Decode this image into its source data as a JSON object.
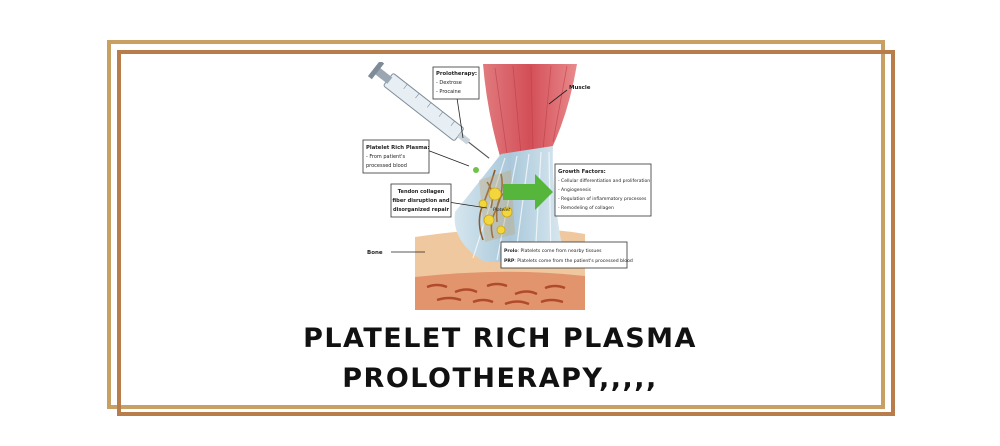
{
  "title": {
    "line1": "PLATELET RICH PLASMA",
    "line2": "PROLOTHERAPY,,,,,"
  },
  "colors": {
    "frame_outer": "#c8a063",
    "frame_inner": "#b87d4b",
    "muscle": "#d9575f",
    "tendon": "#b9d4e3",
    "bone": "#e8b98c",
    "arrow": "#55b63b",
    "platelet": "#f0d23c"
  },
  "diagram": {
    "prolotherapy": {
      "heading": "Prolotherapy:",
      "lines": [
        "- Dextrose",
        "- Procaine"
      ]
    },
    "prp": {
      "heading": "Platelet Rich Plasma:",
      "lines": [
        "- From patient's",
        "processed blood"
      ]
    },
    "tendon_note": {
      "lines": [
        "Tendon collagen",
        "fiber disruption and",
        "disorganized repair"
      ]
    },
    "muscle_label": "Muscle",
    "bone_label": "Bone",
    "growth_factors": {
      "heading": "Growth Factors:",
      "lines": [
        "- Cellular differentiation and proliferation",
        "- Angiogenesis",
        "- Regulation of inflammatory processes",
        "- Remodeling of collagen"
      ]
    },
    "source_note": {
      "prolo_label": "Prolo",
      "prolo_text": ": Platelets come from nearby tissues",
      "prp_label": "PRP",
      "prp_text": ": Platelets come from the patient's processed blood"
    },
    "platelet_label": "Platelet"
  }
}
